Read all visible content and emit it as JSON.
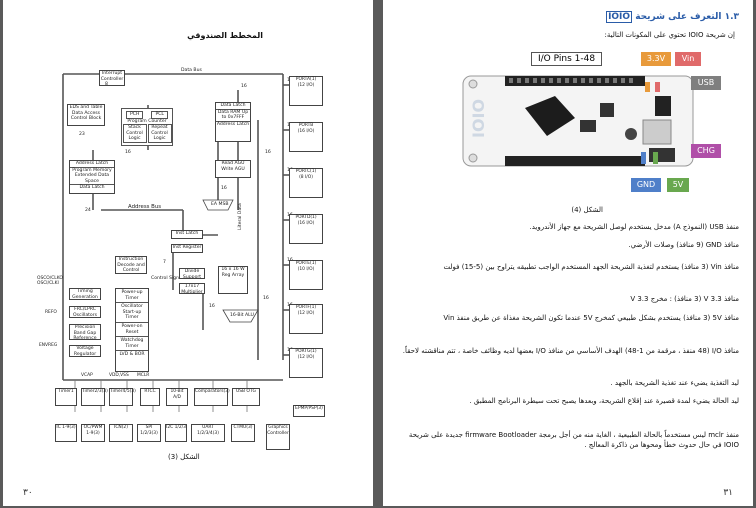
{
  "left_page": {
    "title": "المخطط الصندوقي",
    "caption": "الشكل (3)",
    "page_number": "٣٠",
    "diagram": {
      "data_bus": "Data Bus",
      "address_bus": "Address Bus",
      "interrupt_controller": "Interrupt Controller",
      "eds_table": "EDS and Table Data Access Control Block",
      "pch_pcl": [
        "PCH",
        "PCL"
      ],
      "program_counter": "Program Counter",
      "stack_logic": "Stack Control Logic",
      "repeat_logic": "Repeat Control Logic",
      "address_latch": "Address Latch",
      "program_memory": "Program Memory Extended Data Space",
      "data_latch": "Data Latch",
      "data_latch_r": "Data Latch",
      "data_ram": "Data RAM Up to 0x7FFF",
      "address_latch_r": "Address Latch",
      "read_write_agu": "Read AGU Write AGU",
      "ea_msb": "EA MSB",
      "literal_data": "Literal Data",
      "inst_latch": "Inst Latch",
      "inst_register": "Inst Register",
      "instruction_decode": "Instruction Decode and Control",
      "control_signals": "Control Signals",
      "divide_support": "Divide Support",
      "multiplier": "17x17 Multiplier",
      "wreg_array": "16 x 16 W Reg Array",
      "alu": "16-Bit ALU",
      "power_up": "Power-up Timer",
      "oscillator": "Oscillator Start-up Timer",
      "power_on_reset": "Power-on Reset",
      "watchdog": "Watchdog Timer",
      "lvd_bor": "LVD & BOR",
      "timing": "Timing Generation",
      "frc": "FRC/LPRC Oscillators",
      "precision_ref": "Precision Band Gap Reference",
      "voltage_reg": "Voltage Regulator",
      "osc_pins": "OSCO/CLKO OSCI/CLKI",
      "refo": "REFO",
      "envreg": "ENVREG",
      "vcap": "VCAP",
      "vdd_vss": "VDD,VSS",
      "mclr": "MCLR",
      "numbers": [
        "23",
        "16",
        "8",
        "16",
        "16",
        "24",
        "16",
        "16",
        "16",
        "16",
        "16",
        "16",
        "16",
        "16",
        "16",
        "7",
        "16"
      ],
      "ports": [
        {
          "name": "PORTA(1)",
          "pins": "(12 I/O)"
        },
        {
          "name": "PORTB",
          "pins": "(16 I/O)"
        },
        {
          "name": "PORTC(1)",
          "pins": "(8 I/O)"
        },
        {
          "name": "PORTD(1)",
          "pins": "(16 I/O)"
        },
        {
          "name": "PORTE(1)",
          "pins": "(10 I/O)"
        },
        {
          "name": "PORTF(1)",
          "pins": "(12 I/O)"
        },
        {
          "name": "PORTG(1)",
          "pins": "(12 I/O)"
        }
      ],
      "peripherals": [
        "Timer1",
        "Timer2/3(3)",
        "Timer4/5(3)",
        "RTCC",
        "10-Bit A/D",
        "Comparators(3)",
        "USB OTG"
      ],
      "bottom_row": [
        "IC 1-9(3)",
        "OC/PWM 1-9(3)",
        "ICN(2)",
        "SPI 1/2/3(3)",
        "I2C 1/2/3",
        "UART 1/2/3/4(3)",
        "CTMU(3)",
        "Graphics Controller",
        "EPMP/PSP(3)"
      ]
    }
  },
  "right_page": {
    "heading_num": "١.٣",
    "heading_text": "التعرف على شريحة",
    "brand": "IOIO",
    "intro": "إن شريحة IOIO تحتوي على المكونات التالية:",
    "figure": {
      "pins_label": "I/O Pins 1-48",
      "v33": "3.3V",
      "vin": "Vin",
      "usb": "USB",
      "chg": "CHG",
      "gnd": "GND",
      "v5": "5V",
      "board_logo": "IOIO",
      "colors": {
        "pins": "#ffffff",
        "v33": "#e89a3b",
        "vin": "#e06a6a",
        "usb": "#7f7f7f",
        "chg": "#b04fa8",
        "gnd": "#4f7fc9",
        "v5": "#69a84f"
      }
    },
    "caption": "الشكل (4)",
    "paragraphs": [
      "منفذ USB (النموذج A) مدخل يستخدم لوصل الشريحة مع جهاز الأندرويد.",
      "منافذ GND (9 منافذ) وصلات الأرضي.",
      "منافذ Vin (3 منافذ) يستخدم لتغذية الشريحة الجهد المستخدم الواجب تطبيقه يتراوح بين (5-15) فولت",
      "منافذ 3.3 V (3 منافذ) : مخرج 3.3 V",
      "منافذ 5V (3 منافذ) يستخدم بشكل طبيعي كمخرج 5V عندما تكون الشريحة مغذاة عن طريق منفذ Vin",
      "منافذ I/O (48 منفذ ، مرقمة من 1-48) الهدف الأساسي من منافذ I/O بعضها لديه وظائف خاصة ، تتم مناقشته لاحقاً.",
      "ليد التغذية يضيء عند تغذية الشريحة بالجهد .",
      "ليد الحالة يضيء لمدة قصيرة عند إقلاع الشريحة، وبعدها يصبح تحت سيطرة البرنامج المطبق .",
      "منفذ mclr ليس مستخدماً بالحالة الطبيعية ، الغاية منه من أجل برمجة firmware Bootloader جديدة على شريحة IOIO في حال حدوث خطأ ومحوها من ذاكرة المعالج ."
    ],
    "page_number": "٣١"
  }
}
